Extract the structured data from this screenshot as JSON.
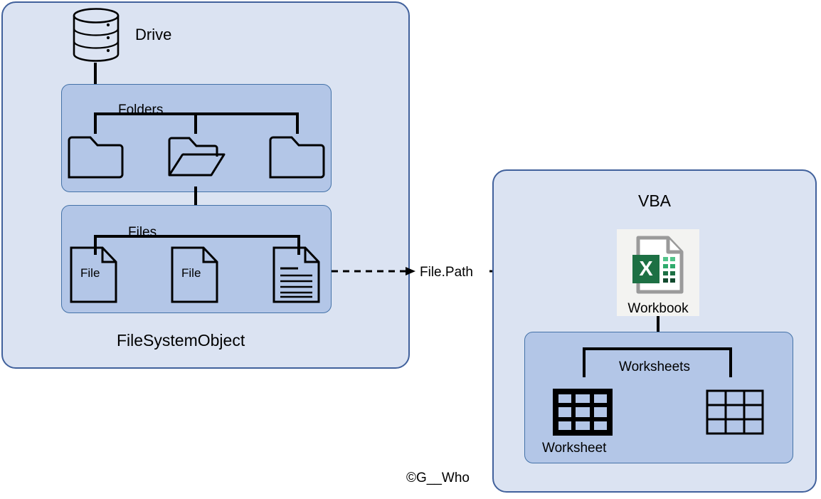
{
  "diagram": {
    "title_left": "FileSystemObject",
    "title_right": "VBA",
    "copyright": "©G__Who"
  },
  "fso": {
    "drive_label": "Drive",
    "folders_label": "Folders",
    "files_label": "Files",
    "panel_label": "FileSystemObject",
    "drive_icon": "database-cylinder-icon",
    "folders": [
      {
        "name": "folder-closed-icon-1",
        "state": "closed"
      },
      {
        "name": "folder-open-icon",
        "state": "open"
      },
      {
        "name": "folder-closed-icon-2",
        "state": "closed"
      }
    ],
    "files": [
      {
        "label": "File",
        "icon": "file-document-icon-1",
        "has_lines": false
      },
      {
        "label": "File",
        "icon": "file-document-icon-2",
        "has_lines": false
      },
      {
        "label": "",
        "icon": "file-document-lines-icon",
        "has_lines": true
      }
    ]
  },
  "connector": {
    "label": "File.Path",
    "left_arrow": "dashed-arrow-right",
    "right_arrow": "dashed-arrow-right"
  },
  "vba": {
    "panel_label": "VBA",
    "workbook_label": "Workbook",
    "workbook_icon": "excel-workbook-icon",
    "worksheets_label": "Worksheets",
    "worksheet_label": "Worksheet",
    "worksheets": [
      {
        "name": "worksheet-grid-icon-bold",
        "emphasis": "bold",
        "rows": 3,
        "cols": 3
      },
      {
        "name": "worksheet-grid-icon-thin",
        "emphasis": "thin",
        "rows": 3,
        "cols": 3
      }
    ]
  },
  "colors": {
    "panel_outer_fill": "#dbe3f2",
    "panel_outer_border": "#41619c",
    "panel_inner_fill": "#b3c6e7",
    "panel_inner_border": "#4472a8",
    "line": "#000000",
    "excel_green": "#1d7044",
    "excel_green_light": "#21a366",
    "icon_gray": "#9a9a9a",
    "tile_bg": "#f3f3f1"
  }
}
